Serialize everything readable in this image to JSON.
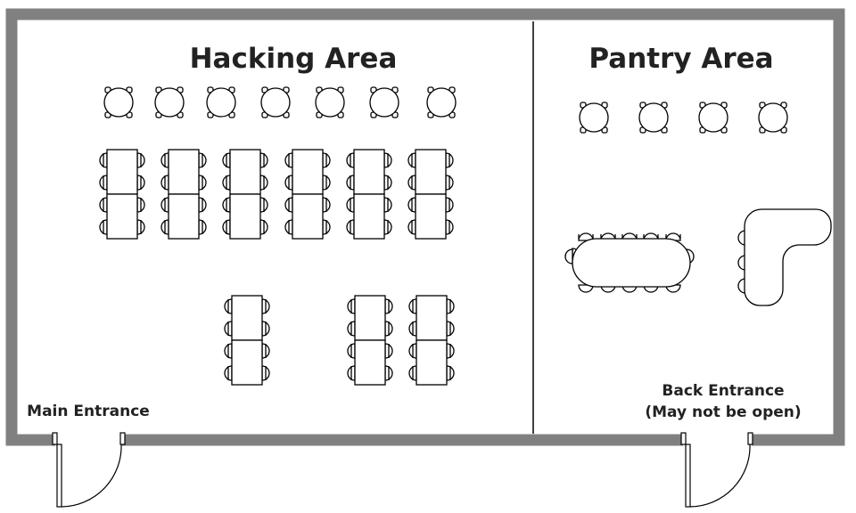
{
  "labels": {
    "hacking_area": "Hacking Area",
    "pantry_area": "Pantry Area",
    "main_entrance": "Main Entrance",
    "back_entrance_line1": "Back Entrance",
    "back_entrance_line2": "(May not be open)"
  },
  "colors": {
    "wall": "#808080",
    "line": "#000000",
    "fill": "#ffffff",
    "text": "#222222"
  }
}
